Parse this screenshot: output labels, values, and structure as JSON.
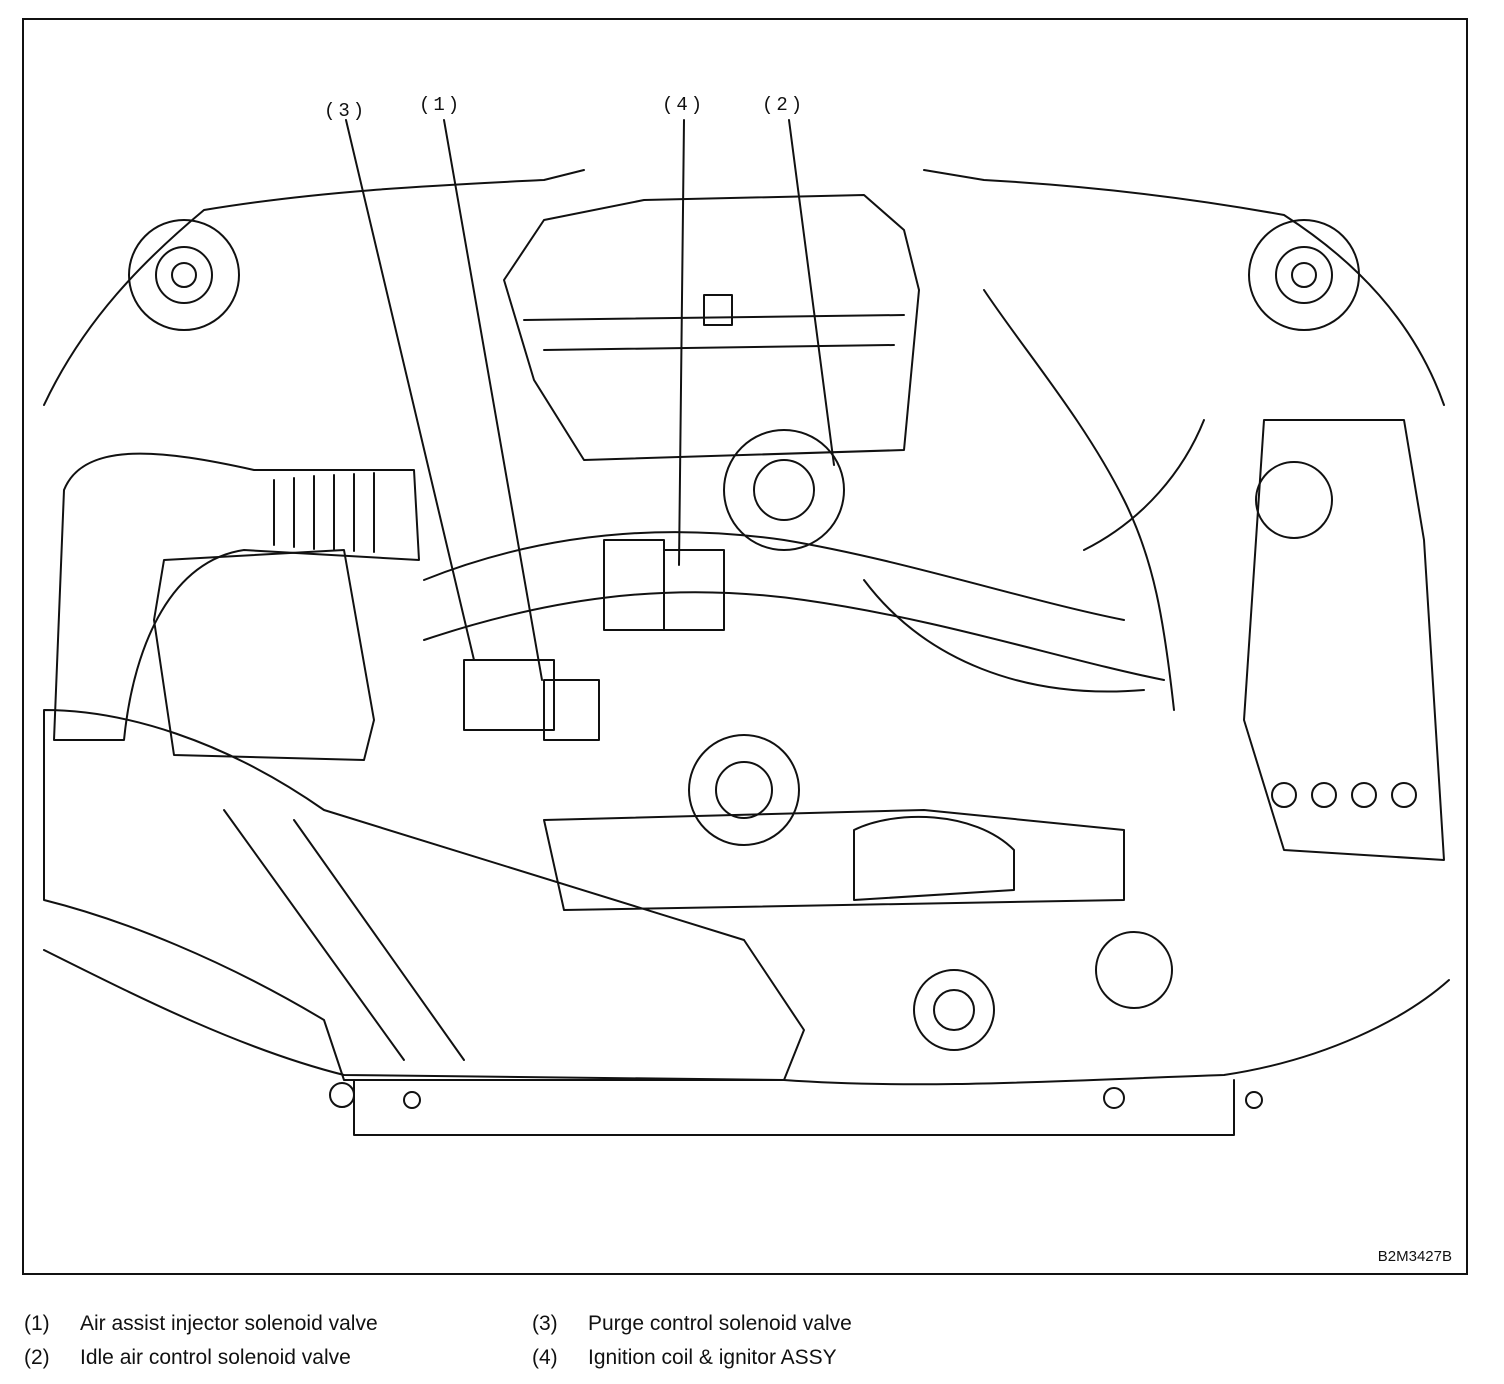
{
  "figure_code": "B2M3427B",
  "callouts": [
    {
      "id": "3",
      "text": "(3)"
    },
    {
      "id": "1",
      "text": "(1)"
    },
    {
      "id": "4",
      "text": "(4)"
    },
    {
      "id": "2",
      "text": "(2)"
    }
  ],
  "legend": [
    {
      "number": "(1)",
      "label": "Air assist injector solenoid valve"
    },
    {
      "number": "(2)",
      "label": "Idle air control solenoid valve"
    },
    {
      "number": "(3)",
      "label": "Purge control solenoid valve"
    },
    {
      "number": "(4)",
      "label": "Ignition coil & ignitor ASSY"
    }
  ],
  "colors": {
    "line": "#111111",
    "background": "#ffffff"
  }
}
